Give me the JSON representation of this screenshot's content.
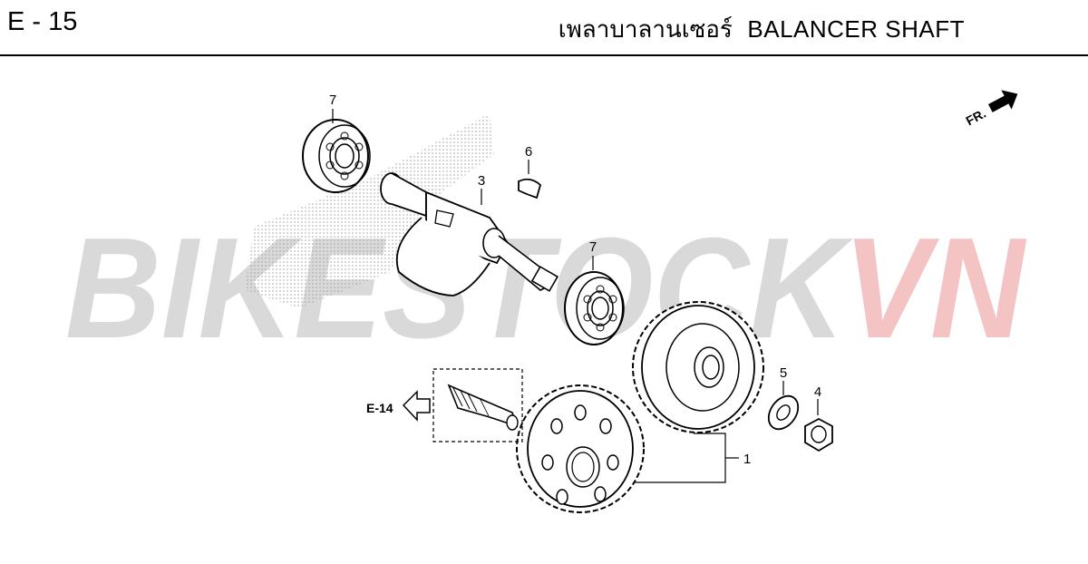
{
  "header": {
    "code": "E - 15",
    "title_th": "เพลาบาลานเซอร์",
    "title_en": "BALANCER SHAFT"
  },
  "watermark": {
    "part1": "BIKESTOCK",
    "part2": "VN",
    "colors": {
      "part1": "#d9d9d9",
      "part2": "#f4c4c4"
    }
  },
  "callouts": {
    "bearing_top": "7",
    "key": "6",
    "shaft": "3",
    "bearing_right": "7",
    "washer": "5",
    "nut": "4",
    "gear_set": "1"
  },
  "references": {
    "front_marker": "FR.",
    "cross_ref": "E-14"
  }
}
